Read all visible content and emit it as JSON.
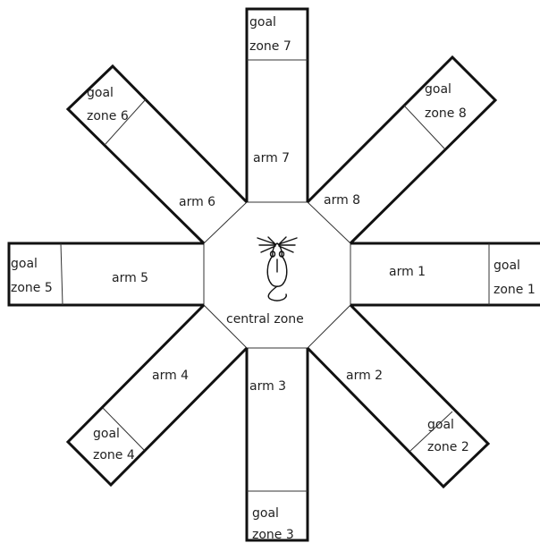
{
  "maze": {
    "center_label": "central zone",
    "arms": [
      {
        "label": "arm 1",
        "goal_line1": "goal",
        "goal_line2": "zone 1"
      },
      {
        "label": "arm 2",
        "goal_line1": "goal",
        "goal_line2": "zone 2"
      },
      {
        "label": "arm 3",
        "goal_line1": "goal",
        "goal_line2": "zone 3"
      },
      {
        "label": "arm 4",
        "goal_line1": "goal",
        "goal_line2": "zone 4"
      },
      {
        "label": "arm 5",
        "goal_line1": "goal",
        "goal_line2": "zone 5"
      },
      {
        "label": "arm 6",
        "goal_line1": "goal",
        "goal_line2": "zone 6"
      },
      {
        "label": "arm 7",
        "goal_line1": "goal",
        "goal_line2": "zone 7"
      },
      {
        "label": "arm 8",
        "goal_line1": "goal",
        "goal_line2": "zone 8"
      }
    ]
  }
}
